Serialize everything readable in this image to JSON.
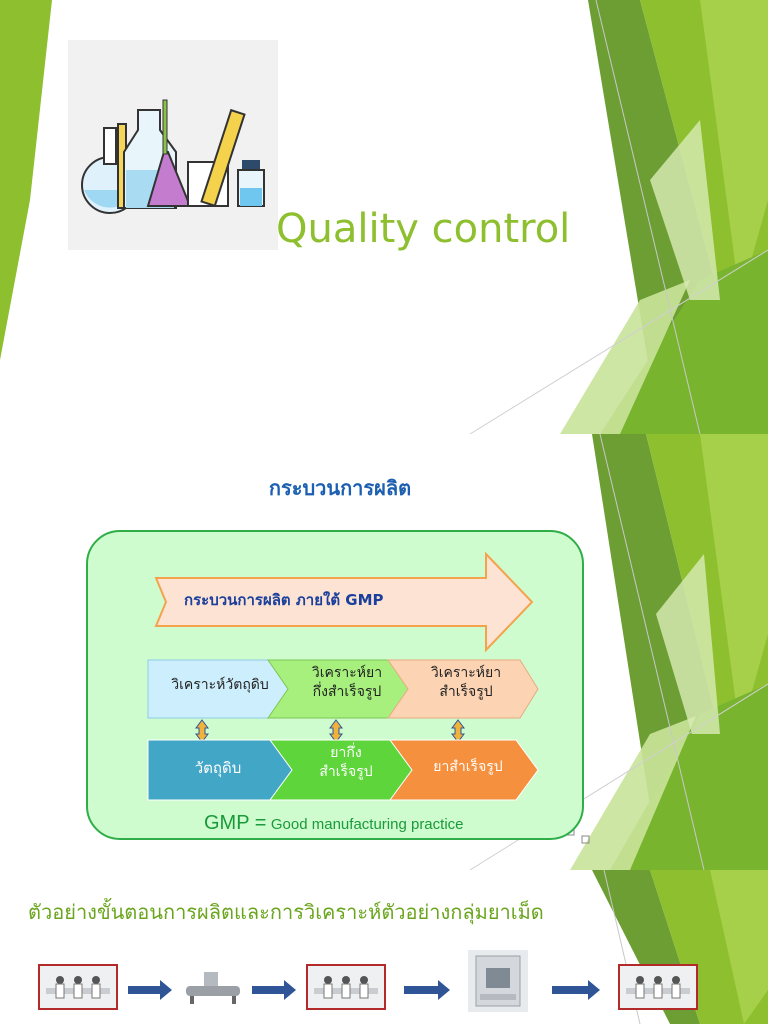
{
  "slide1": {
    "title": "Quality control",
    "image": "laboratory-glassware"
  },
  "slide2": {
    "title": "กระบวนการผลิต",
    "arrow_label": "กระบวนการผลิต ภายใต้ GMP",
    "analysis_steps": [
      {
        "label": "วิเคราะห์วัตถุดิบ",
        "color": "#cdeefc"
      },
      {
        "label": "วิเคราะห์ยา กึ่งสำเร็จรูป",
        "color": "#a7f07d"
      },
      {
        "label": "วิเคราะห์ยา สำเร็จรูป",
        "color": "#fcd4b4"
      }
    ],
    "material_steps": [
      {
        "label": "วัตถุดิบ",
        "color": "#42a6c6"
      },
      {
        "label": "ยากึ่ง สำเร็จรูป",
        "color": "#5fd53c"
      },
      {
        "label": "ยาสำเร็จรูป",
        "color": "#f5903e"
      }
    ],
    "gmp_abbr": "GMP =",
    "gmp_full": "Good manufacturing practice"
  },
  "slide3": {
    "title": "ตัวอย่างขั้นตอนการผลิตและการวิเคราะห์ตัวอย่างกลุ่มยาเม็ด",
    "flow_images": [
      "lab-analysis-image",
      "mixer-machine-image",
      "lab-analysis-image",
      "tablet-press-image",
      "lab-analysis-image"
    ]
  },
  "colors": {
    "green_dark": "#5a9a2c",
    "green_mid": "#8dbf2e",
    "green_light": "#c9e39a",
    "arrow_blue": "#2f5597"
  }
}
